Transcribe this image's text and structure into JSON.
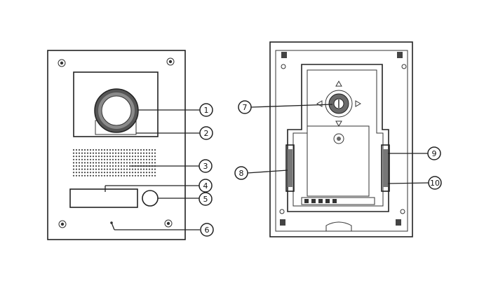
{
  "callouts": [
    {
      "label": "1"
    },
    {
      "label": "2"
    },
    {
      "label": "3"
    },
    {
      "label": "4"
    },
    {
      "label": "5"
    },
    {
      "label": "6"
    },
    {
      "label": "7"
    },
    {
      "label": "8"
    },
    {
      "label": "9"
    },
    {
      "label": "10"
    }
  ],
  "colors": {
    "ink": "#222222",
    "paper": "#ffffff"
  }
}
